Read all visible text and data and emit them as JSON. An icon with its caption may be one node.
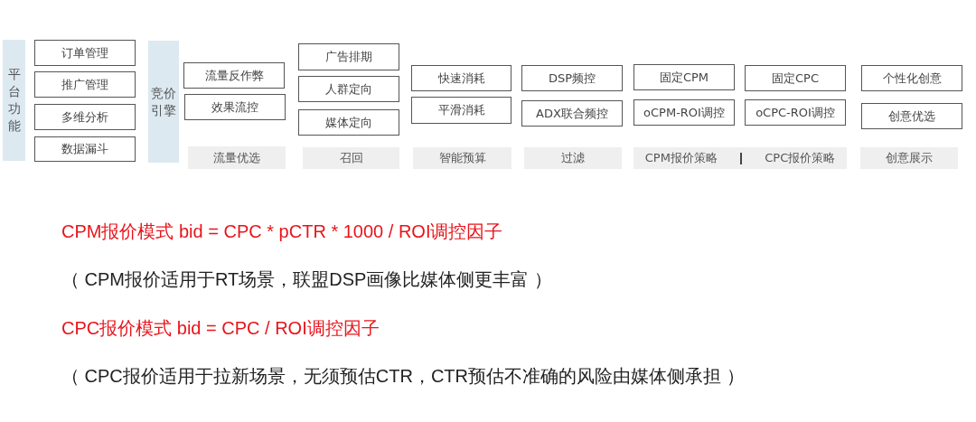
{
  "diagram": {
    "nodes": [
      {
        "text": [
          "平台功能"
        ]
      },
      {
        "text": [
          "订单管理"
        ]
      },
      {
        "text": [
          "推广管理"
        ]
      },
      {
        "text": [
          "多维分析"
        ]
      },
      {
        "text": [
          "数据漏斗"
        ]
      },
      {
        "text": [
          "竞价引擎"
        ]
      },
      {
        "text": [
          "流量反作弊"
        ]
      },
      {
        "text": [
          "效果流控"
        ]
      },
      {
        "text": [
          "流量优选"
        ]
      },
      {
        "text": [
          "广告排期"
        ]
      },
      {
        "text": [
          "人群定向"
        ]
      },
      {
        "text": [
          "媒体定向"
        ]
      },
      {
        "text": [
          "召回"
        ]
      },
      {
        "text": [
          "快速消耗"
        ]
      },
      {
        "text": [
          "平滑消耗"
        ]
      },
      {
        "text": [
          "智能预算"
        ]
      },
      {
        "text": [
          "DSP频控"
        ]
      },
      {
        "text": [
          "ADX联合频控"
        ]
      },
      {
        "text": [
          "过滤"
        ]
      },
      {
        "text": [
          "固定CPM"
        ]
      },
      {
        "text": [
          "oCPM-ROI调控"
        ]
      },
      {
        "text": [
          "固定CPC"
        ]
      },
      {
        "text": [
          "oCPC-ROI调控"
        ]
      },
      {
        "text": [
          "CPM报价策略",
          "CPC报价策略"
        ]
      },
      {
        "text": [
          "个性化创意"
        ]
      },
      {
        "text": [
          "创意优选"
        ]
      },
      {
        "text": [
          "创意展示"
        ]
      }
    ],
    "edges": [],
    "labels": [
      "CPM报价模式  bid = CPC * pCTR * 1000 / ROI调控因子",
      "（ CPM报价适用于RT场景，联盟DSP画像比媒体侧更丰富 ）",
      "CPC报价模式  bid = CPC  / ROI调控因子",
      "（ CPC报价适用于拉新场景，无须预估CTR，CTR预估不准确的风险由媒体侧承担 ）"
    ]
  }
}
